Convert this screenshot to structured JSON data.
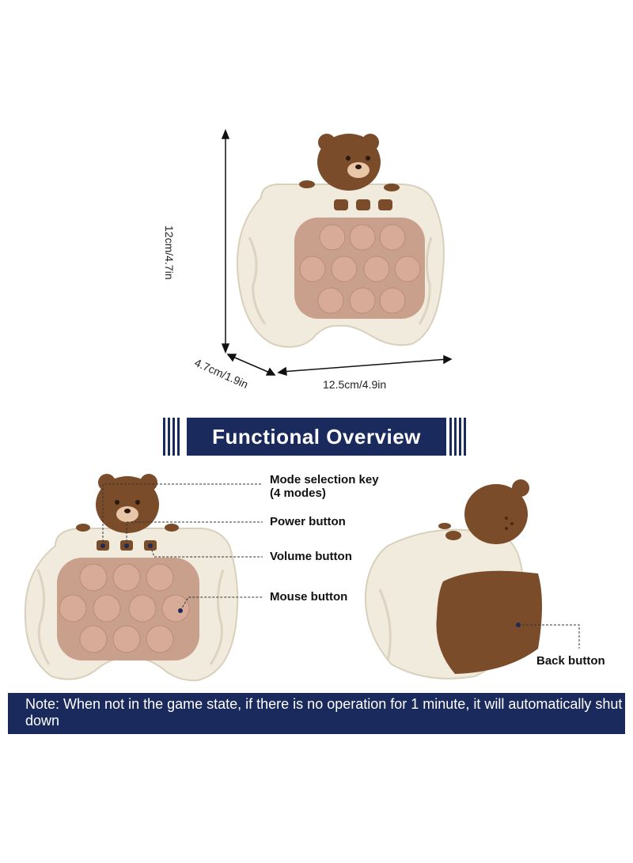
{
  "dimensions": {
    "height_label": "12cm/4.7in",
    "depth_label": "4.7cm/1.9in",
    "width_label": "12.5cm/4.9in"
  },
  "section_title": "Functional Overview",
  "callouts": {
    "mode_key": "Mode selection key (4 modes)",
    "power": "Power button",
    "volume": "Volume button",
    "mouse": "Mouse button",
    "back": "Back button"
  },
  "note": "Note: When not in the game state, if there is no operation for 1 minute, it will automatically shut down",
  "colors": {
    "navy": "#1b2a5c",
    "cream": "#f1ebdd",
    "brown": "#7a4c2a",
    "bubble": "#d8ab98"
  }
}
